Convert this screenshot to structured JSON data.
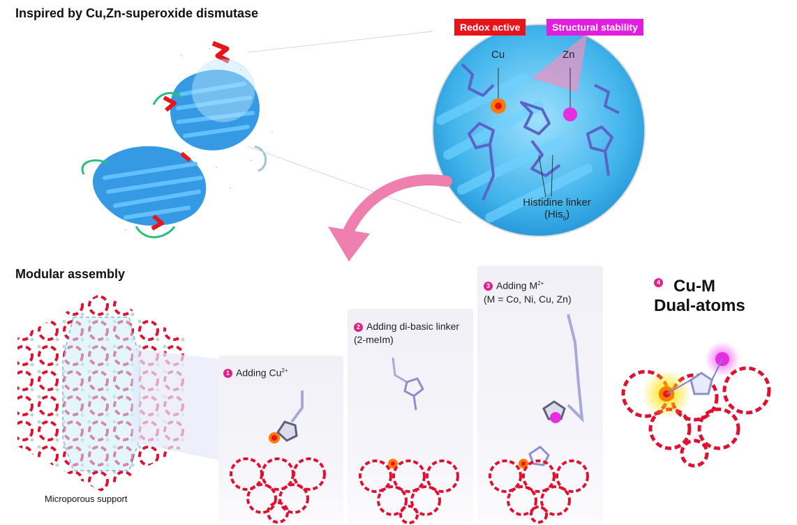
{
  "top": {
    "title": "Inspired by Cu,Zn-superoxide dismutase",
    "tags": {
      "redox": "Redox active",
      "structural": "Structural stability"
    },
    "atoms": {
      "cu": "Cu",
      "zn": "Zn"
    },
    "linker": {
      "line1": "Histidine linker",
      "paren_open": "(His",
      "sub": "6",
      "paren_close": ")"
    }
  },
  "bottom": {
    "title": "Modular assembly",
    "support_label": "Microporous support",
    "steps": [
      {
        "num": "1",
        "text": "Adding Cu",
        "sup": "2+"
      },
      {
        "num": "2",
        "line1": "Adding di-basic linker",
        "line2": "(2-meIm)"
      },
      {
        "num": "3",
        "line1": "Adding M",
        "sup": "2+",
        "line2": "(M = Co, Ni, Cu, Zn)"
      },
      {
        "num": "4",
        "line1": "Cu-M",
        "line2": "Dual-atoms"
      }
    ]
  },
  "colors": {
    "tag_redox": "#e8141c",
    "tag_structural": "#e21ddf",
    "step_badge": "#e0218a",
    "protein_blue": "#1f8fe0",
    "helix_red": "#e8141c",
    "framework_red": "#e01030",
    "framework_node": "#b7d9d2",
    "arrow_pink": "#ee7fae",
    "cu_orange": "#ff7a00",
    "zn_magenta": "#e62ee0"
  }
}
